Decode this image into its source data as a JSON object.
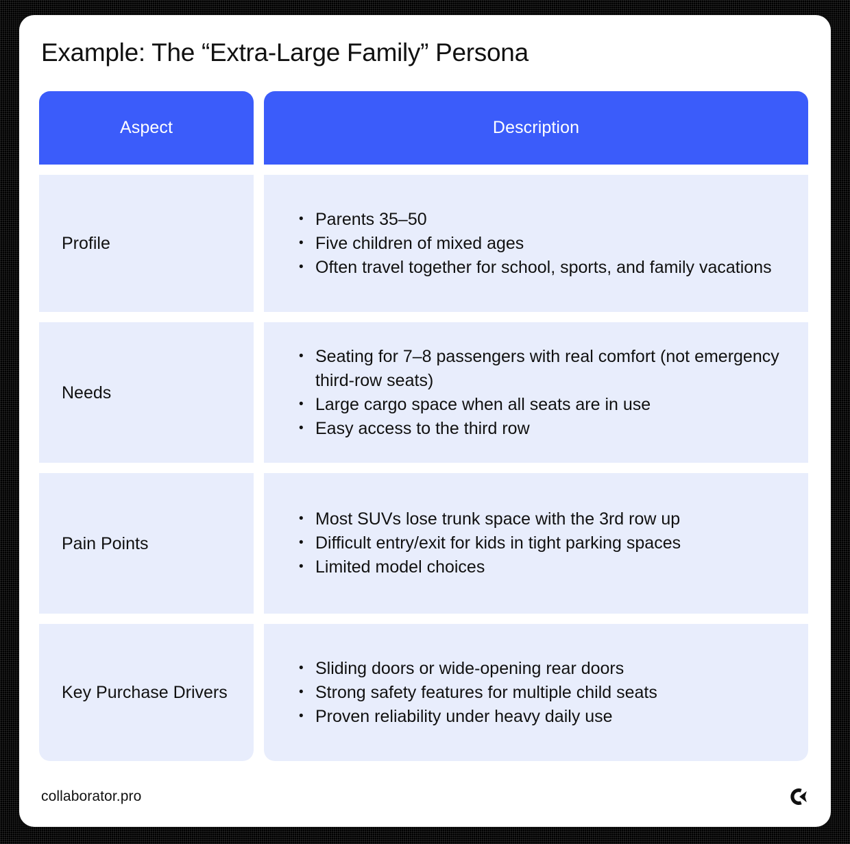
{
  "page": {
    "title": "Example: The “Extra-Large Family” Persona",
    "background_color": "#000000",
    "card_color": "#ffffff",
    "accent_color": "#3B5CFA",
    "cell_color": "#E8EDFC",
    "text_color": "#111111"
  },
  "table": {
    "headers": {
      "aspect": "Aspect",
      "description": "Description"
    },
    "rows": [
      {
        "aspect": "Profile",
        "items": [
          "Parents 35–50",
          "Five children of mixed ages",
          "Often travel together for school, sports, and family vacations"
        ]
      },
      {
        "aspect": "Needs",
        "items": [
          "Seating for 7–8 passengers with real comfort (not emergency third-row seats)",
          "Large cargo space when all seats are in use",
          "Easy access to the third row"
        ]
      },
      {
        "aspect": "Pain Points",
        "items": [
          "Most SUVs lose trunk space with the 3rd row up",
          "Difficult entry/exit for kids in tight parking spaces",
          "Limited model choices"
        ]
      },
      {
        "aspect": "Key Purchase Drivers",
        "items": [
          "Sliding doors or wide-opening rear doors",
          "Strong safety features for multiple child seats",
          "Proven reliability under heavy daily use"
        ]
      }
    ]
  },
  "footer": {
    "brand": "collaborator.pro",
    "logo_icon": "collaborator-logo-icon"
  }
}
